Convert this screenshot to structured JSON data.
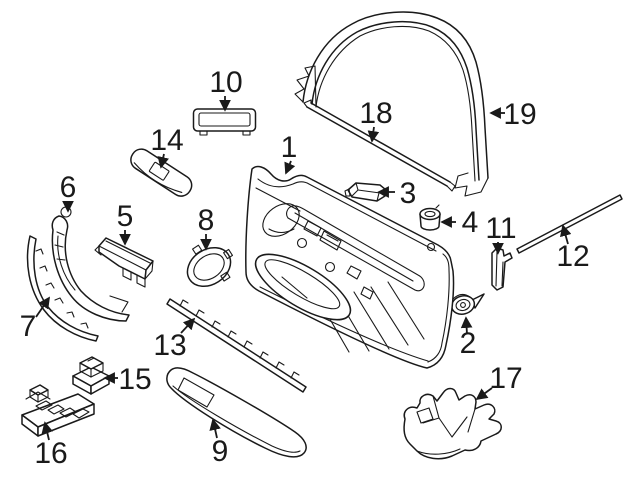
{
  "figure": {
    "kind": "exploded-parts-diagram",
    "background_color": "#ffffff",
    "line_color": "#1a1a1a",
    "callouts": [
      {
        "label": "1"
      },
      {
        "label": "2"
      },
      {
        "label": "3"
      },
      {
        "label": "4"
      },
      {
        "label": "5"
      },
      {
        "label": "6"
      },
      {
        "label": "7"
      },
      {
        "label": "8"
      },
      {
        "label": "9"
      },
      {
        "label": "10"
      },
      {
        "label": "11"
      },
      {
        "label": "12"
      },
      {
        "label": "13"
      },
      {
        "label": "14"
      },
      {
        "label": "15"
      },
      {
        "label": "16"
      },
      {
        "label": "17"
      },
      {
        "label": "18"
      },
      {
        "label": "19"
      }
    ]
  }
}
